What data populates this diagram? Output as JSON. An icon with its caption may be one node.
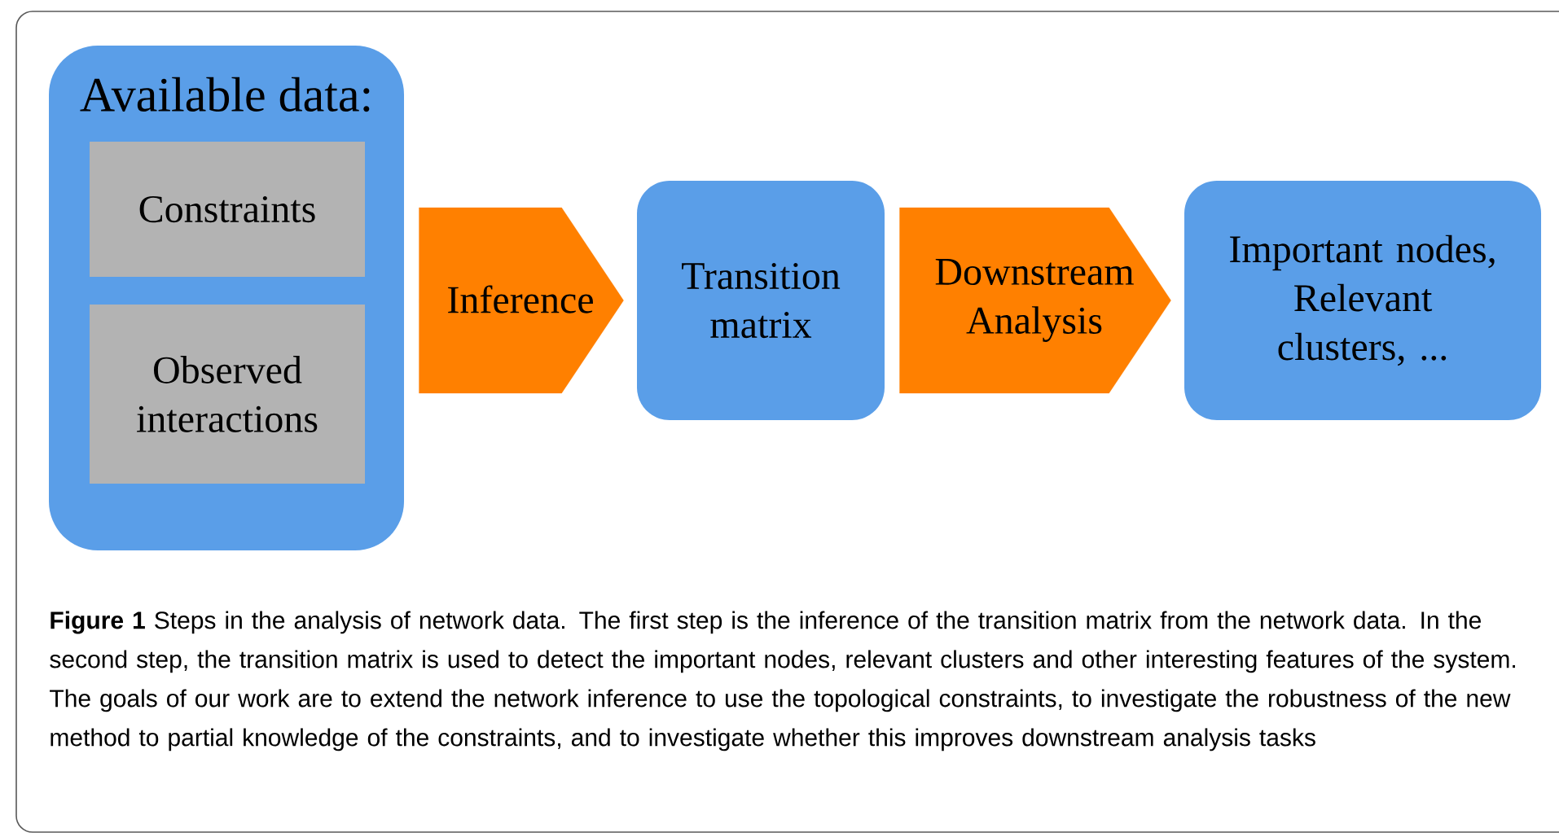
{
  "diagram": {
    "caption": "**Figure 1**  Steps in the analysis of network data. The first step is the inference of the transition matrix from the network data. In the second step, the transition matrix is used to detect the important nodes, relevant clusters and other interesting features of the system. The goals of our work are to extend the network inference to use the topological constraints, to investigate the robustness of the new method to partial knowledge of the constraints, and to investigate whether this improves downstream analysis tasks",
    "nodes": [
      {
        "text": [
          "Available data:"
        ]
      },
      {
        "text": [
          "Constraints"
        ],
        "in": 0
      },
      {
        "text": [
          "Observed interactions"
        ],
        "in": 0
      },
      {
        "text": [
          "Transition matrix"
        ]
      },
      {
        "text": [
          "Important nodes, Relevant clusters, ..."
        ]
      }
    ],
    "edges": [
      {
        "from": 0,
        "to": 3,
        "arrow": "to",
        "label": "Inference"
      },
      {
        "from": 3,
        "to": 4,
        "arrow": "to",
        "label": "Downstream Analysis"
      }
    ]
  }
}
